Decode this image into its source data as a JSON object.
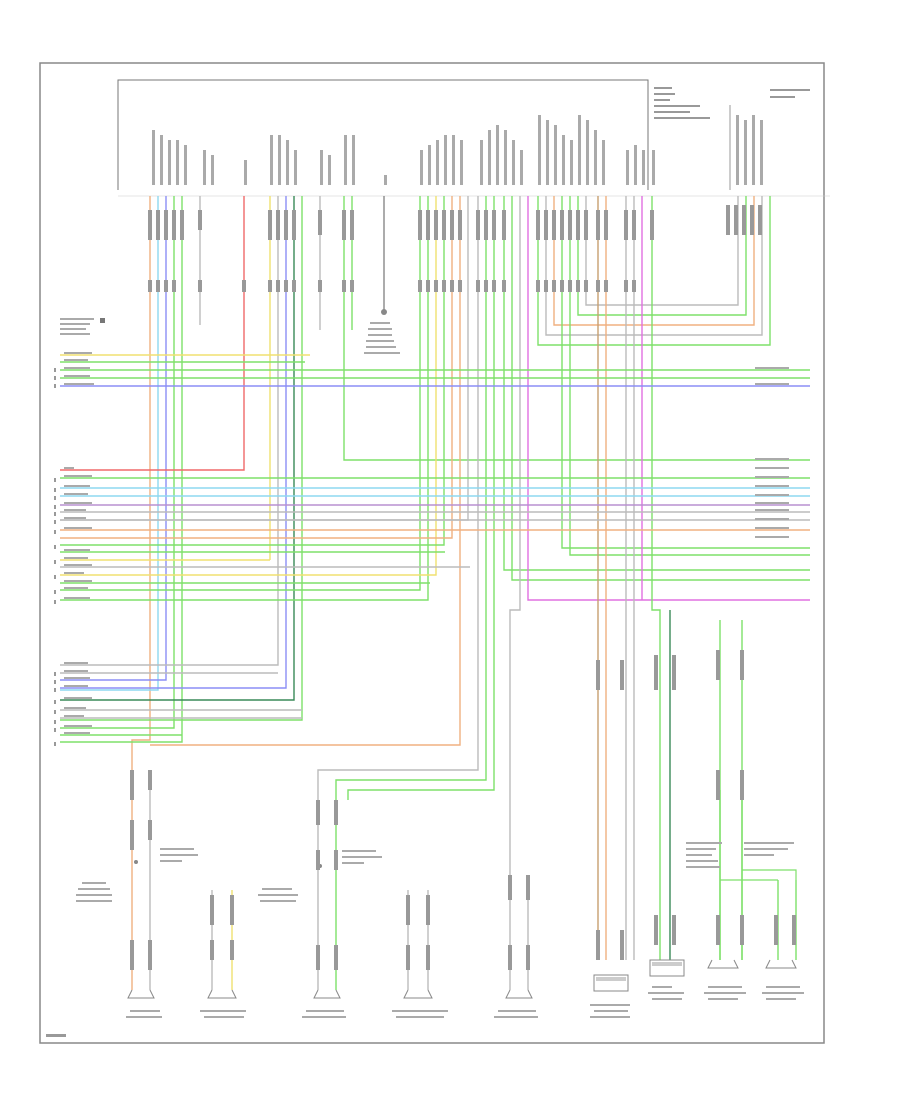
{
  "figure_id": {
    "text": ""
  },
  "module_labels": {
    "main_module": "",
    "connector_note": "",
    "note_right": "",
    "left_note": "",
    "right_top_module": ""
  },
  "wire_colors": {
    "red": "#f06a6a",
    "blue": "#8c8ef5",
    "cyan": "#8ed8f0",
    "green": "#7ee06a",
    "dark_green": "#3a8a58",
    "yellow": "#f0e070",
    "orange": "#f0b080",
    "purple": "#b890d0",
    "magenta": "#e070e0",
    "tan": "#c8a070",
    "gray": "#bbbbbb"
  },
  "components": [
    {
      "id": "lf-door-speaker",
      "label": ""
    },
    {
      "id": "lf-tweeter",
      "label": ""
    },
    {
      "id": "rf-door-speaker",
      "label": ""
    },
    {
      "id": "rf-tweeter",
      "label": ""
    },
    {
      "id": "lr-door-speaker",
      "label": ""
    },
    {
      "id": "center-speaker",
      "label": ""
    },
    {
      "id": "subwoofer",
      "label": ""
    },
    {
      "id": "lr-rear-speaker",
      "label": ""
    },
    {
      "id": "rr-rear-speaker",
      "label": ""
    }
  ]
}
